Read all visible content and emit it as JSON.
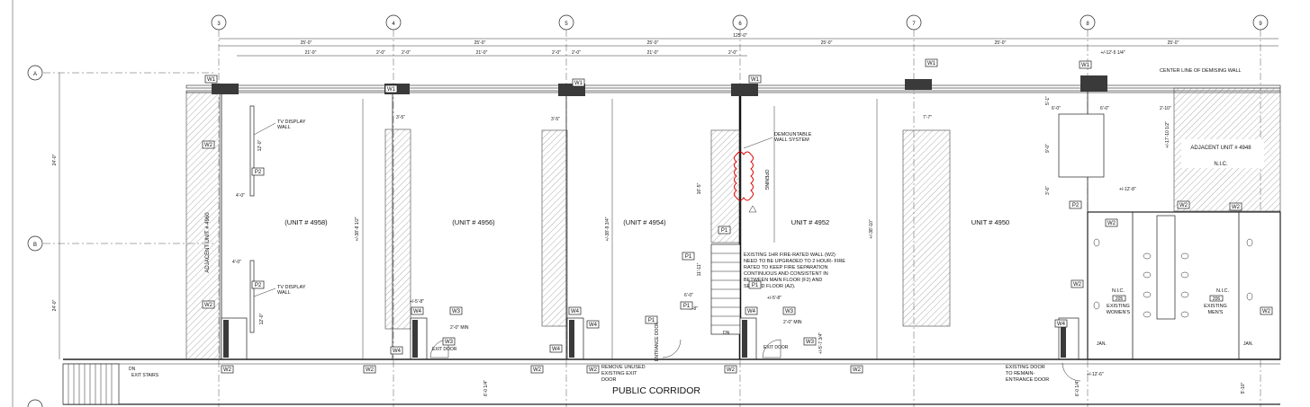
{
  "grid_columns": [
    "3",
    "4",
    "5",
    "6",
    "7",
    "8",
    "9"
  ],
  "grid_rows": [
    "A",
    "B"
  ],
  "dimensions": {
    "overall": "125'-0\"",
    "bays": [
      "25'-0\"",
      "25'-0\"",
      "25'-0\"",
      "25'-0\"",
      "25'-0\"",
      "25'-0\""
    ],
    "sub": [
      "21'-0\"",
      "2'-0\"",
      "2'-0\"",
      "21'-0\"",
      "2'-0\"",
      "2'-0\"",
      "21'-0\"",
      "2'-0\""
    ],
    "right_offset": "+/-12'-5 1/4\"",
    "vertical_left": [
      "24'-0\"",
      "24'-0\""
    ],
    "unit_depths": [
      "+/-38'-8 1/2\"",
      "+/-38'-9 3/4\"",
      "+/-38'-10\""
    ],
    "misc": [
      "12'-0\"",
      "4'-0\"",
      "4'-0\"",
      "12'-0\"",
      "3'-5\"",
      "3'-5\"",
      "7'-7\"",
      "6'-0\"",
      "6'-0\"",
      "5'-1\"",
      "9'-0\"",
      "3'-6\"",
      "+/-12'-8\"",
      "+/-12'-6\"",
      "+/-17'-10 1/2\"",
      "2'-10\"",
      "16'-5\"",
      "11'-11\"",
      "6'-0\"",
      "4'-8\"",
      "+/-5'-8\"",
      "+/-5'-8\"",
      "2'-0\" MIN",
      "2'-0\" MIN",
      "+/-5'-7 3/4\"",
      "6'-0 1/4\"",
      "6'-0 1/4\"",
      "5'-10\""
    ]
  },
  "units": [
    "(UNIT # 4958)",
    "(UNIT # 4956)",
    "(UNIT # 4954)",
    "UNIT # 4952",
    "UNIT # 4950"
  ],
  "adjacent": {
    "left": "ADJACENT UNIT # 4960",
    "right_line1": "ADJACENT UNIT # 4948",
    "right_line2": "N.I.C."
  },
  "wall_tags": [
    "W1",
    "W2",
    "W3",
    "W4",
    "P1",
    "P2"
  ],
  "notes": {
    "center_line": "CENTER LINE OF DEMISING WALL",
    "tv_display_1": "TV DISPLAY",
    "tv_display_2": "WALL",
    "demountable_1": "DEMOUNTABLE",
    "demountable_2": "WALL SYSTEM",
    "opening": "OPENING",
    "fire_wall": [
      "EXISTING 1HR FIRE-RATED WALL (W2)",
      "NEED TO BE UPGRADED TO 2 HOUR- FIRE",
      "RATED TO KEEP FIRE SEPARATION",
      "CONTINUOUS AND CONSISTENT IN",
      "BETWEEN MAIN FLOOR (F2) AND",
      "SECOND FLOOR (A2)."
    ],
    "remove_door": [
      "REMOVE UNUSED",
      "EXISTING EXIT",
      "DOOR"
    ],
    "existing_door": [
      "EXISTING DOOR",
      "TO REMAIN-",
      "ENTRANCE DOOR"
    ],
    "exit_door": "EXIT DOOR",
    "entrance_door": "ENTRANCE DOOR",
    "dn": "DN",
    "exit_stairs": "EXIT STAIRS",
    "public_corridor": "PUBLIC CORRIDOR",
    "womens": [
      "N.I.C.",
      "EXISTING",
      "WOMEN'S"
    ],
    "mens": [
      "N.I.C.",
      "EXISTING",
      "MEN'S"
    ],
    "room_205": "205",
    "room_206": "206",
    "jan": "JAN."
  }
}
